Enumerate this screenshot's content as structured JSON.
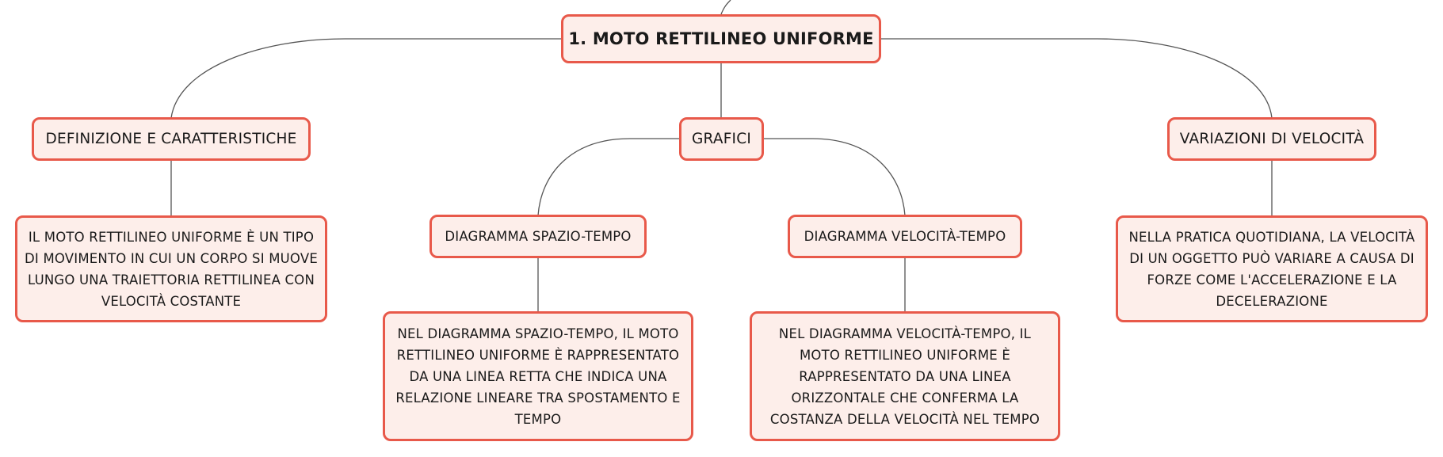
{
  "map": {
    "root": "1. MOTO RETTILINEO UNIFORME",
    "branches": {
      "definizione": "DEFINIZIONE E CARATTERISTICHE",
      "grafici": "GRAFICI",
      "variazioni": "VARIAZIONI DI VELOCITÀ"
    },
    "subtopics": {
      "spazio_tempo": "DIAGRAMMA SPAZIO-TEMPO",
      "velocita_tempo": "DIAGRAMMA VELOCITÀ-TEMPO"
    },
    "details": {
      "definizione": "IL MOTO RETTILINEO UNIFORME È UN TIPO DI MOVIMENTO IN CUI UN CORPO SI MUOVE LUNGO UNA TRAIETTORIA RETTILINEA CON VELOCITÀ COSTANTE",
      "spazio_tempo": "NEL DIAGRAMMA SPAZIO-TEMPO, IL MOTO RETTILINEO UNIFORME È RAPPRESENTATO DA UNA LINEA RETTA CHE INDICA UNA RELAZIONE LINEARE TRA SPOSTAMENTO E TEMPO",
      "velocita_tempo": "NEL DIAGRAMMA VELOCITÀ-TEMPO, IL MOTO RETTILINEO UNIFORME È RAPPRESENTATO DA UNA LINEA ORIZZONTALE CHE CONFERMA LA COSTANZA DELLA VELOCITÀ NEL TEMPO",
      "variazioni": "NELLA PRATICA QUOTIDIANA, LA VELOCITÀ DI UN OGGETTO PUÒ VARIARE A CAUSA DI FORZE COME L'ACCELERAZIONE E LA DECELERAZIONE"
    }
  },
  "colors": {
    "node_border": "#e8594a",
    "node_fill": "#fdeeea",
    "connector": "#555555"
  }
}
